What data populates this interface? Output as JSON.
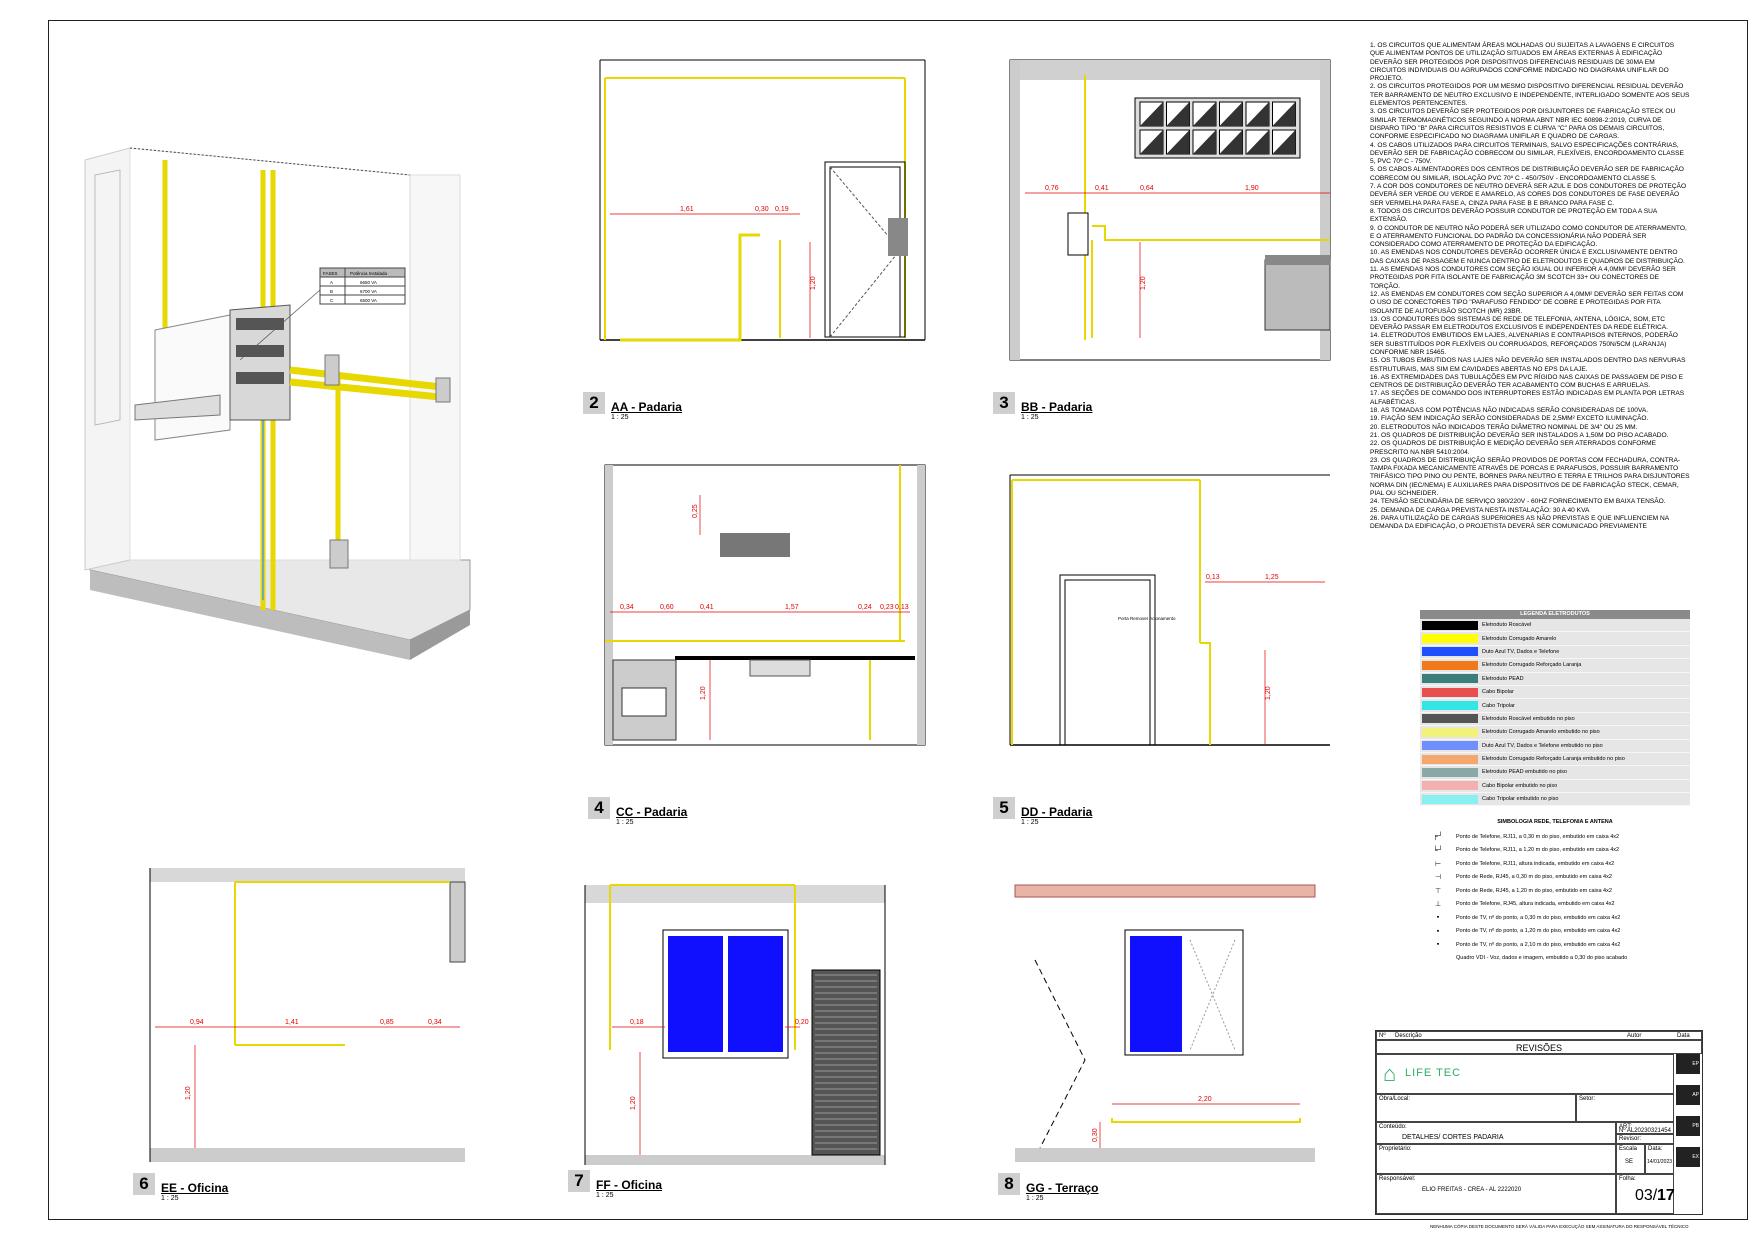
{
  "views": [
    {
      "num": "2",
      "title": "AA - Padaria",
      "scale": "1 : 25"
    },
    {
      "num": "3",
      "title": "BB - Padaria",
      "scale": "1 : 25"
    },
    {
      "num": "4",
      "title": "CC - Padaria",
      "scale": "1 : 25"
    },
    {
      "num": "5",
      "title": "DD - Padaria",
      "scale": "1 : 25"
    },
    {
      "num": "6",
      "title": "EE - Oficina",
      "scale": "1 : 25"
    },
    {
      "num": "7",
      "title": "FF - Oficina",
      "scale": "1 : 25"
    },
    {
      "num": "8",
      "title": "GG - Terraço",
      "scale": "1 : 25"
    }
  ],
  "phase_table": {
    "headers": [
      "FASES",
      "Potência Instalada"
    ],
    "rows": [
      [
        "A",
        "6650 VA"
      ],
      [
        "B",
        "6700 VA"
      ],
      [
        "C",
        "6500 VA"
      ]
    ]
  },
  "dims": {
    "aa": [
      "1,61",
      "0,30",
      "0,19",
      "1,20"
    ],
    "bb": [
      "0,76",
      "0,41",
      "0,64",
      "1,90",
      "1,20"
    ],
    "cc": [
      "0,34",
      "0,60",
      "0,41",
      "1,57",
      "0,24",
      "0,23",
      "0,13",
      "0,25",
      "1,20"
    ],
    "dd": [
      "0,13",
      "1,25",
      "1,20"
    ],
    "ee": [
      "0,94",
      "1,41",
      "0,85",
      "0,34",
      "1,20"
    ],
    "ff": [
      "0,18",
      "0,20",
      "1,20"
    ],
    "gg": [
      "2,20",
      "0,30"
    ]
  },
  "dd_door_label": "Porta Remover Acionamento",
  "notes": [
    "1. Os circuitos que alimentam áreas molhadas ou sujeitas a lavagens e circuitos que alimentam pontos de utilização situados em áreas externas à edificação deverão ser protegidos por dispositivos diferenciais residuais de 30mA em circuitos individuais ou agrupados conforme indicado no diagrama unifilar do projeto.",
    "2. Os circuitos protegidos por um mesmo dispositivo diferencial residual deverão ter barramento de neutro exclusivo e independente, interligado somente aos seus elementos pertencentes.",
    "3. Os circuitos deverão ser protegidos por disjuntores de fabricação Steck ou similar termomagnéticos seguindo a norma ABNT NBR IEC 60898-2:2019, curva de disparo tipo \"B\" para circuitos resistivos e curva \"C\" para os demais circuitos, conforme especificado no diagrama unifilar e quadro de cargas.",
    "4. Os cabos utilizados para circuitos terminais, salvo especificações contrárias, deverão ser de fabricação Cobrecom ou similar, flexíveis, encordoamento classe 5, PVC 70º C - 750V.",
    "5. Os cabos alimentadores dos centros de distribuição deverão ser de fabricação Cobrecom ou similar, isolação PVC 70º C - 450/750V - encordoamento classe 5.",
    "7. A cor dos condutores de neutro deverá ser azul e dos condutores de proteção deverá ser verde ou verde e amarelo, as cores dos condutores de fase deverão ser vermelha para fase A, cinza para fase B e branco para fase C.",
    "8. Todos os circuitos deverão possuir condutor de proteção em toda a sua extensão.",
    "9. O condutor de neutro não poderá ser utilizado como condutor de aterramento, e o aterramento funcional do padrão da concessionária não poderá ser considerado como aterramento de proteção da edificação.",
    "10. As emendas nos condutores deverão ocorrer única e exclusivamente dentro das caixas de passagem e nunca dentro de eletrodutos e quadros de distribuição.",
    "11. As emendas nos condutores com seção igual ou inferior a 4,0mm² deverão ser protegidas por fita isolante de fabricação 3M Scotch 33+ ou conectores de torção.",
    "12. As emendas em condutores com seção superior a 4,0mm² deverão ser feitas com o uso de conectores tipo \"parafuso fendido\" de cobre e protegidas por fita isolante de autofusão Scotch (MR) 23BR.",
    "13. Os condutores dos sistemas de rede de telefonia, antena, lógica, som, etc deverão passar em eletrodutos exclusivos e independentes da rede elétrica.",
    "14. Eletrodutos embutidos em lajes, alvenarias e contrapisos internos, poderão ser substituídos por flexíveis ou corrugados, reforçados 750N/5cm (laranja) conforme NBR 15465.",
    "15. Os tubos embutidos nas lajes não deverão ser instalados dentro das nervuras estruturais, mas sim em cavidades abertas no EPS da laje.",
    "16. As extremidades das tubulações em PVC rígido nas caixas de passagem de piso e centros de distribuição deverão ter acabamento com buchas e arruelas.",
    "17. As seções de comando dos interruptores estão indicadas em planta por letras alfabéticas.",
    "18. As tomadas com potências não indicadas serão consideradas de 100VA.",
    "19. Fiação sem indicação serão consideradas de 2,5mm² exceto iluminação.",
    "20. Eletrodutos não indicados terão diâmetro nominal de 3/4\" ou 25 mm.",
    "21. Os quadros de distribuição deverão ser instalados a 1,50m do piso acabado.",
    "22. Os quadros de distribuição e medição deverão ser aterrados conforme prescrito na NBR 5410:2004.",
    "23. Os quadros de distribuição serão providos de portas com fechadura, contra-tampa fixada mecanicamente através de porcas e parafusos, possuir barramento trifásico tipo pino ou pente, bornes para neutro e terra e trilhos para disjuntores norma DIN (IEC/NEMA) e auxiliares para dispositivos de de fabricação Steck, Cemar, Pial ou Schneider.",
    "24. Tensão secundária de serviço 380/220V - 60Hz fornecimento em baixa tensão.",
    "25. Demanda de carga prevista nesta instalação: 30 a 40 kVA",
    "26. Para utilização de cargas superiores as não previstas e que influenciem na demanda da edificação, o projetista deverá ser comunicado previamente"
  ],
  "legend": {
    "title": "LEGENDA ELETRODUTOS",
    "items": [
      {
        "label": "Eletroduto Roscável",
        "color": "#000000"
      },
      {
        "label": "Eletroduto Corrugado Amarelo",
        "color": "#ffff00"
      },
      {
        "label": "Duto Azul TV, Dados e Telefone",
        "color": "#1f4fff"
      },
      {
        "label": "Eletroduto Corrugado Reforçado Laranja",
        "color": "#f07a1a"
      },
      {
        "label": "Eletroduto PEAD",
        "color": "#3a7f7a"
      },
      {
        "label": "Cabo Bipolar",
        "color": "#e85050"
      },
      {
        "label": "Cabo Tripolar",
        "color": "#33e6e6"
      },
      {
        "label": "Eletroduto Roscável embutido no piso",
        "color": "#555555"
      },
      {
        "label": "Eletroduto Corrugado Amarelo embutido no piso",
        "color": "#f2f27a"
      },
      {
        "label": "Duto Azul TV, Dados e Telefone embutido no piso",
        "color": "#6f8fff"
      },
      {
        "label": "Eletroduto Corrugado Reforçado Laranja embutido no piso",
        "color": "#f4a870"
      },
      {
        "label": "Eletroduto PEAD embutido no piso",
        "color": "#8aa8a5"
      },
      {
        "label": "Cabo Bipolar embutido no piso",
        "color": "#f2b0b0"
      },
      {
        "label": "Cabo Tripolar embutido no piso",
        "color": "#88f0f0"
      }
    ]
  },
  "symbology": {
    "title": "SIMBOLOGIA REDE, TELEFONIA E ANTENA",
    "items": [
      "Ponto de Telefone, RJ11, a 0,30 m do piso, embutido em caixa 4x2",
      "Ponto de Telefone, RJ11, a 1,20 m do piso, embutido em caixa 4x2",
      "Ponto de Telefone, RJ11, altura indicada, embutido em caixa 4x2",
      "Ponto de Rede, RJ45, a 0,30 m do piso, embutido em caixa 4x2",
      "Ponto de Rede, RJ45, a 1,20 m do piso, embutido em caixa 4x2",
      "Ponto de Telefone, RJ45, altura indicada, embutido em caixa 4x2",
      "Ponto de TV, nº do ponto, a 0,30 m do piso, embutido em caixa 4x2",
      "Ponto de TV, nº do ponto, a 1,20 m do piso, embutido em caixa 4x2",
      "Ponto de TV, nº do ponto, a 2,10 m do piso, embutido em caixa 4x2",
      "Quadro VDI - Voz, dados e imagem, embutido a 0,30 do piso acabado"
    ]
  },
  "titleblock": {
    "col_no": "Nº",
    "col_desc": "Descrição",
    "col_author": "Autor",
    "col_date": "Data",
    "revisions": "REVISÕES",
    "logo": "LIFE TEC",
    "obra_label": "Obra/Local:",
    "setor_label": "Setor:",
    "art_label": "ART:",
    "art_value": "Nº AL20230321454",
    "conteudo_label": "Conteúdo:",
    "conteudo_value": "DETALHES/ CORTES PADARIA",
    "revisor_label": "Revisor:",
    "proprietario_label": "Proprietário:",
    "escala_label": "Escala",
    "escala_value": "SE",
    "data_label": "Data:",
    "data_value": "14/01/2023",
    "responsavel_label": "Responsável:",
    "responsavel_value": "ELIO FREITAS - CREA - AL 2222020",
    "folha_label": "Folha:",
    "folha_value": "03/",
    "folha_total": "17",
    "side_tabs": [
      "EP",
      "AP",
      "PB",
      "EX"
    ]
  },
  "footer": "NENHUMA CÓPIA DESTE DOCUMENTO SERÁ VÁLIDA PARA EXECUÇÃO SEM ASSINATURA DO RESPONSÁVEL TÉCNICO"
}
